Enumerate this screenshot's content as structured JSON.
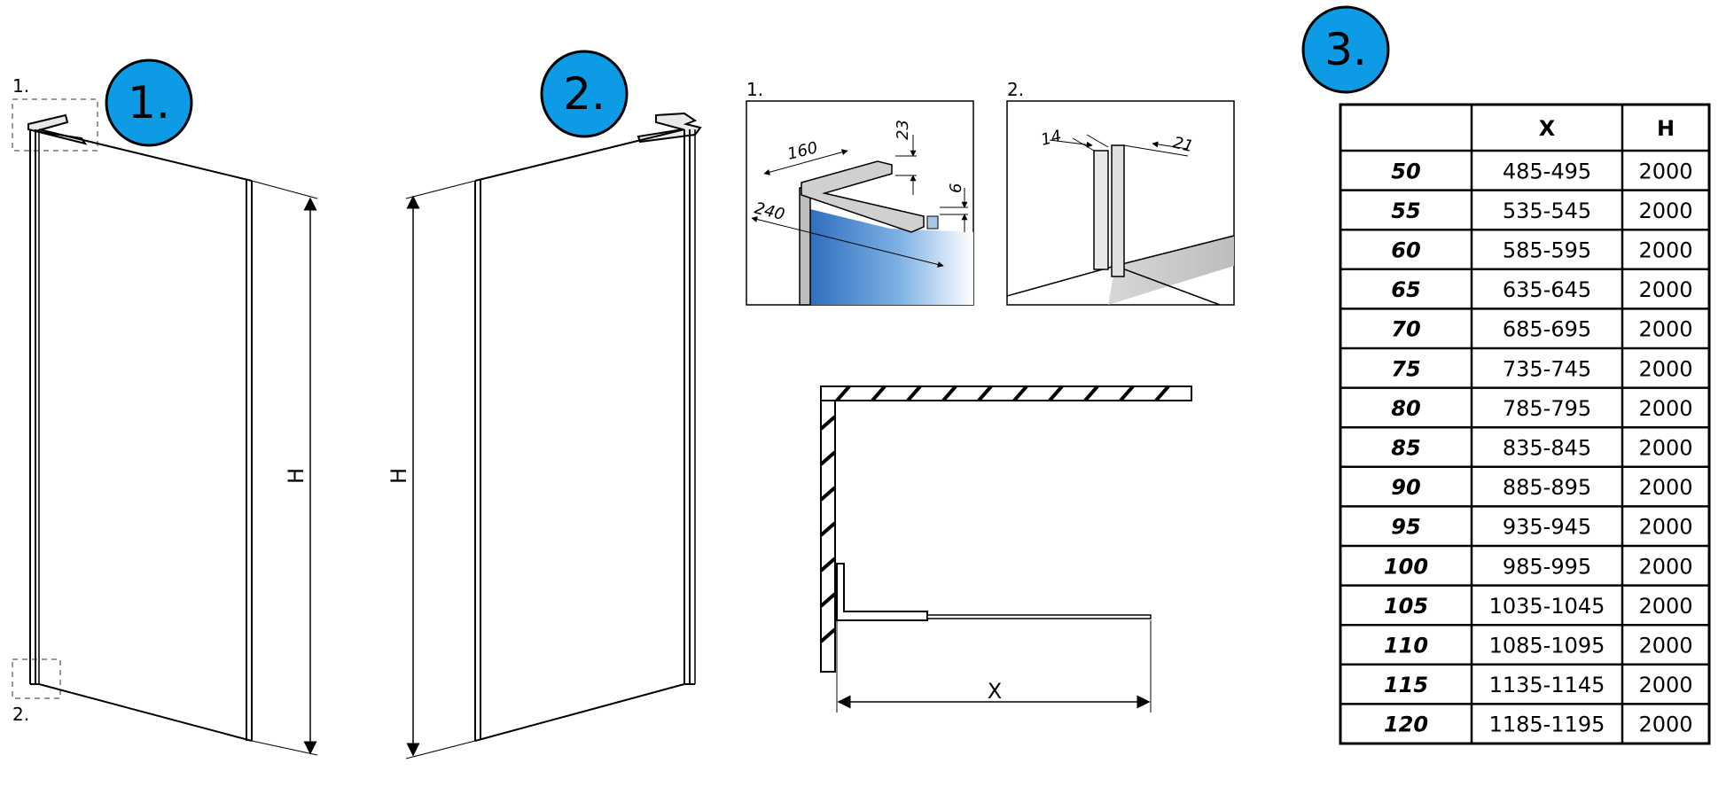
{
  "colors": {
    "badge_fill": "#0d9be6",
    "line": "#000000",
    "glass_blue": "#3a78c6",
    "wall_gray": "#c8c8c8"
  },
  "badges": {
    "left_panel": "1.",
    "right_panel": "2.",
    "table": "3."
  },
  "left_panel": {
    "detail_top_label": "1.",
    "detail_bottom_label": "2.",
    "height_label": "H"
  },
  "right_panel": {
    "height_label": "H"
  },
  "detail_one": {
    "label": "1.",
    "dims": [
      "160",
      "23",
      "6",
      "240"
    ]
  },
  "detail_two": {
    "label": "2.",
    "dims": [
      "14",
      "21"
    ]
  },
  "plan": {
    "width_label": "X"
  },
  "table": {
    "headers": [
      "",
      "X",
      "H"
    ],
    "rows": [
      [
        "50",
        "485-495",
        "2000"
      ],
      [
        "55",
        "535-545",
        "2000"
      ],
      [
        "60",
        "585-595",
        "2000"
      ],
      [
        "65",
        "635-645",
        "2000"
      ],
      [
        "70",
        "685-695",
        "2000"
      ],
      [
        "75",
        "735-745",
        "2000"
      ],
      [
        "80",
        "785-795",
        "2000"
      ],
      [
        "85",
        "835-845",
        "2000"
      ],
      [
        "90",
        "885-895",
        "2000"
      ],
      [
        "95",
        "935-945",
        "2000"
      ],
      [
        "100",
        "985-995",
        "2000"
      ],
      [
        "105",
        "1035-1045",
        "2000"
      ],
      [
        "110",
        "1085-1095",
        "2000"
      ],
      [
        "115",
        "1135-1145",
        "2000"
      ],
      [
        "120",
        "1185-1195",
        "2000"
      ]
    ]
  }
}
